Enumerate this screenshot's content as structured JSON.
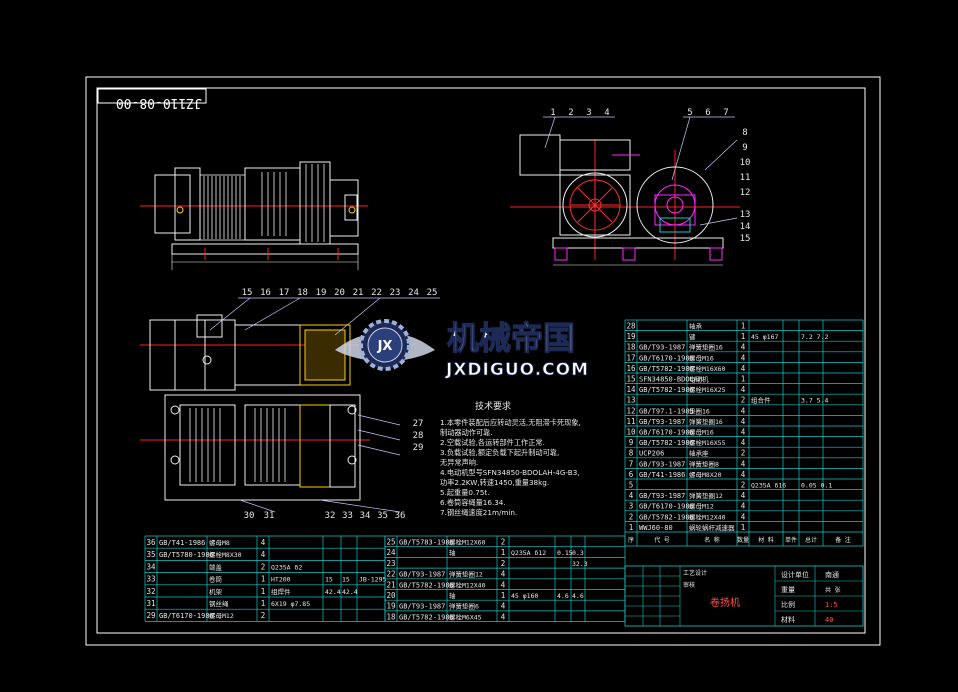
{
  "drawing_number": "JZ110-08-00",
  "drawing_name": "卷扬机",
  "watermark": {
    "brand_cn": "机械帝国",
    "brand_en": "JXDIGUO.COM",
    "badge": "JX"
  },
  "colors": {
    "frame": "#ffffff",
    "table": "#18c8c8",
    "tabletext": "#e6e6e6",
    "center": "#ff2020",
    "leader": "#c8c8ff",
    "bodyline": "#f0f0f0",
    "magenta": "#ff2aff",
    "red": "#ff3030",
    "yellow": "#ffd000"
  },
  "balloons_top_side": [
    "1",
    "2",
    "3",
    "4",
    "5",
    "6",
    "7"
  ],
  "balloons_right_side": [
    "8",
    "9",
    "10",
    "11",
    "12",
    "13",
    "14",
    "15"
  ],
  "balloons_plan_top": [
    "15",
    "16",
    "17",
    "18",
    "19",
    "20",
    "21",
    "22",
    "23",
    "24",
    "25"
  ],
  "balloons_plan_right": [
    "27",
    "28",
    "29"
  ],
  "balloons_plan_bottom_left": [
    "30",
    "31"
  ],
  "balloons_plan_bottom_right": [
    "32",
    "33",
    "34",
    "35",
    "36"
  ],
  "tech_req": {
    "title": "技术要求",
    "lines": [
      "1.本零件装配后应转动灵活,无阻滞卡死现象,",
      "   制动器动作可靠.",
      "2.空载试验,各运转部件工作正常.",
      "3.负载试验,额定负载下起升制动可靠,",
      "   无异常声响.",
      "4.电动机型号SFN34850-BDOLAH-4G-B3,",
      "   功率2.2KW,转速1450,重量38kg.",
      "5.起重量0.75t.",
      "6.卷筒容绳量16.34.",
      "7.钢丝绳速度21m/min."
    ]
  },
  "bom_right": [
    {
      "no": "28",
      "code": "",
      "name": "轴承",
      "qty": "1",
      "mat": "",
      "note": ""
    },
    {
      "no": "19",
      "code": "",
      "name": "键",
      "qty": "1",
      "mat": "45 φ167",
      "note": "7.2  7.2"
    },
    {
      "no": "18",
      "code": "GB/T93-1987",
      "name": "弹簧垫圈16",
      "qty": "4",
      "mat": "",
      "note": ""
    },
    {
      "no": "17",
      "code": "GB/T6170-1986",
      "name": "螺母M16",
      "qty": "4",
      "mat": "",
      "note": ""
    },
    {
      "no": "16",
      "code": "GB/T5782-1986",
      "name": "螺栓M16X60",
      "qty": "4",
      "mat": "",
      "note": ""
    },
    {
      "no": "15",
      "code": "SFN34850-BDOLAH",
      "name": "电动机",
      "qty": "1",
      "mat": "",
      "note": ""
    },
    {
      "no": "14",
      "code": "GB/T5782-1986",
      "name": "螺栓M16X25",
      "qty": "4",
      "mat": "",
      "note": ""
    },
    {
      "no": "13",
      "code": "",
      "name": "",
      "qty": "2",
      "mat": "组合件",
      "note": "3.7  5.4"
    },
    {
      "no": "12",
      "code": "GB/T97.1-1985",
      "name": "垫圈16",
      "qty": "4",
      "mat": "",
      "note": ""
    },
    {
      "no": "11",
      "code": "GB/T93-1987",
      "name": "弹簧垫圈16",
      "qty": "4",
      "mat": "",
      "note": ""
    },
    {
      "no": "10",
      "code": "GB/T6170-1986",
      "name": "螺母M16",
      "qty": "4",
      "mat": "",
      "note": ""
    },
    {
      "no": "9",
      "code": "GB/T5782-1986",
      "name": "螺栓M16X55",
      "qty": "4",
      "mat": "",
      "note": ""
    },
    {
      "no": "8",
      "code": "UCP206",
      "name": "轴承座",
      "qty": "2",
      "mat": "",
      "note": ""
    },
    {
      "no": "7",
      "code": "GB/T93-1987",
      "name": "弹簧垫圈8",
      "qty": "4",
      "mat": "",
      "note": ""
    },
    {
      "no": "6",
      "code": "GB/T41-1986",
      "name": "螺母M8X20",
      "qty": "4",
      "mat": "",
      "note": ""
    },
    {
      "no": "5",
      "code": "",
      "name": "",
      "qty": "2",
      "mat": "Q235A δ16",
      "note": "0.05  0.1"
    },
    {
      "no": "4",
      "code": "GB/T93-1987",
      "name": "弹簧垫圈12",
      "qty": "4",
      "mat": "",
      "note": ""
    },
    {
      "no": "3",
      "code": "GB/T6170-1986",
      "name": "螺母M12",
      "qty": "4",
      "mat": "",
      "note": ""
    },
    {
      "no": "2",
      "code": "GB/T5782-1986",
      "name": "螺栓M12X40",
      "qty": "4",
      "mat": "",
      "note": ""
    },
    {
      "no": "1",
      "code": "WWJ60-80",
      "name": "蜗轮蜗杆减速器",
      "qty": "1",
      "mat": "",
      "note": ""
    }
  ],
  "bom_right_header": [
    "序",
    "代  号",
    "名  称",
    "数量",
    "材  料",
    "单件",
    "总计",
    "备  注"
  ],
  "bom_bottom_left": [
    {
      "no": "36",
      "code": "GB/T41-1986",
      "name": "螺母M8",
      "qty": "4",
      "mat": "",
      "w1": "",
      "w2": "",
      "note": ""
    },
    {
      "no": "35",
      "code": "GB/T5780-1986",
      "name": "螺栓M8X30",
      "qty": "4",
      "mat": "",
      "w1": "",
      "w2": "",
      "note": ""
    },
    {
      "no": "34",
      "code": "",
      "name": "端盖",
      "qty": "2",
      "mat": "Q235A δ2",
      "w1": "",
      "w2": "",
      "note": ""
    },
    {
      "no": "33",
      "code": "",
      "name": "卷筒",
      "qty": "1",
      "mat": "HT200",
      "w1": "15",
      "w2": "15",
      "note": "JB-1295"
    },
    {
      "no": "32",
      "code": "",
      "name": "机架",
      "qty": "1",
      "mat": "组焊件",
      "w1": "42.4",
      "w2": "42.4",
      "note": ""
    },
    {
      "no": "31",
      "code": "",
      "name": "钢丝绳",
      "qty": "1",
      "mat": "6X19 φ7.85",
      "w1": "",
      "w2": "",
      "note": ""
    },
    {
      "no": "29",
      "code": "GB/T6170-1986",
      "name": "螺母M12",
      "qty": "2",
      "mat": "",
      "w1": "",
      "w2": "",
      "note": ""
    }
  ],
  "bom_bottom_mid": [
    {
      "no": "25",
      "code": "GB/T5783-1986",
      "name": "螺栓M12X60",
      "qty": "2",
      "mat": "",
      "w1": "",
      "w2": ""
    },
    {
      "no": "24",
      "code": "",
      "name": "轴",
      "qty": "1",
      "mat": "Q235A δ12",
      "w1": "0.15",
      "w2": "0.3"
    },
    {
      "no": "23",
      "code": "",
      "name": "",
      "qty": "2",
      "mat": "",
      "w1": "",
      "w2": "32.3"
    },
    {
      "no": "22",
      "code": "GB/T93-1987",
      "name": "弹簧垫圈12",
      "qty": "4",
      "mat": "",
      "w1": "",
      "w2": ""
    },
    {
      "no": "21",
      "code": "GB/T5782-1986",
      "name": "螺栓M12X40",
      "qty": "4",
      "mat": "",
      "w1": "",
      "w2": ""
    },
    {
      "no": "20",
      "code": "",
      "name": "轴",
      "qty": "1",
      "mat": "45 φ160",
      "w1": "4.6",
      "w2": "4.6"
    },
    {
      "no": "19",
      "code": "GB/T93-1987",
      "name": "弹簧垫圈6",
      "qty": "4",
      "mat": "",
      "w1": "",
      "w2": ""
    },
    {
      "no": "18",
      "code": "GB/T5782-1986",
      "name": "螺栓M6X45",
      "qty": "4",
      "mat": "",
      "w1": "",
      "w2": ""
    }
  ],
  "title_block": {
    "designer": "工艺设计",
    "checker": "审核",
    "company_label": "设计单位",
    "company": "南通",
    "scale_label": "比例",
    "scale": "1:5",
    "weight_label": "重量",
    "sheet_label": "共  张",
    "material_label": "材料",
    "mass": "40"
  }
}
